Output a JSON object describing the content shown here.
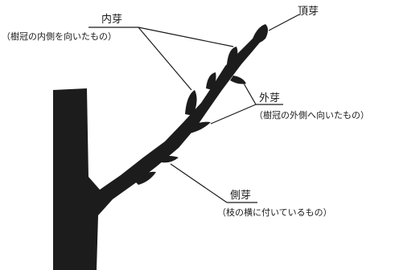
{
  "labels": {
    "terminal_bud": "頂芽",
    "inner_bud": "内芽",
    "inner_bud_note": "（樹冠の内側を向いたもの）",
    "outer_bud": "外芽",
    "outer_bud_note": "（樹冠の外側へ向いたもの）",
    "lateral_bud": "側芽",
    "lateral_bud_note": "（枝の横に付いているもの）"
  }
}
